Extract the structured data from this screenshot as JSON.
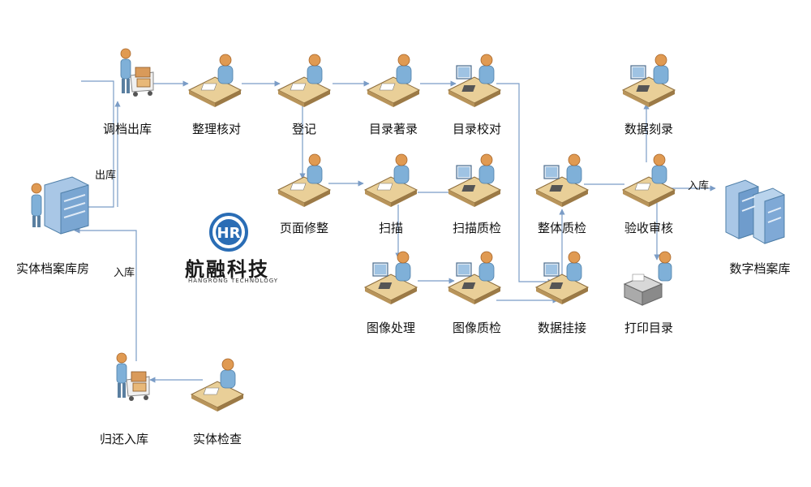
{
  "nodes": {
    "diaodang": "调档出库",
    "zhengli": "整理核对",
    "dengji": "登记",
    "mulu_zhulu": "目录著录",
    "mulu_jiaodui": "目录校对",
    "shuju_kelu": "数据刻录",
    "shiti_kufang": "实体档案库房",
    "yemian": "页面修整",
    "saomiao": "扫描",
    "saomiao_zhijian": "扫描质检",
    "zhengti_zhijian": "整体质检",
    "yanshou": "验收审核",
    "shuzi_kufang": "数字档案库",
    "tuxiang_chuli": "图像处理",
    "tuxiang_zhijian": "图像质检",
    "shuju_guajie": "数据挂接",
    "dayin_mulu": "打印目录",
    "guihuan": "归还入库",
    "shiti_jiancha": "实体检查"
  },
  "edge_labels": {
    "chuku": "出库",
    "ruku_left": "入库",
    "ruku_right": "入库"
  },
  "logo": {
    "mark": "HR",
    "brand": "航融科技",
    "brand_en": "HANGRONG TECHNOLOGY"
  },
  "colors": {
    "arrow": "#7a9cc6",
    "desk_top": "#e9cf98",
    "desk_side": "#b8945a",
    "person_body": "#7fb0d8",
    "person_head": "#e09a52",
    "logo_blue": "#2a6db5"
  }
}
